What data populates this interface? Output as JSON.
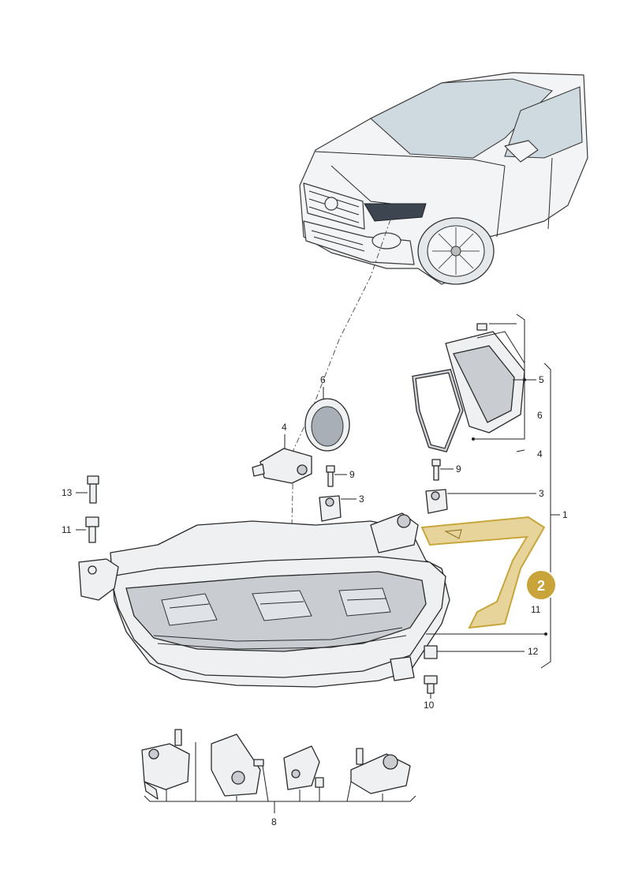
{
  "labels": {
    "l1": "1",
    "l2": "2",
    "l3a": "3",
    "l3b": "3",
    "l4a": "4",
    "l4b": "4",
    "l5": "5",
    "l6a": "6",
    "l6b": "6",
    "l8": "8",
    "l9a": "9",
    "l9b": "9",
    "l10": "10",
    "l11a": "11",
    "l11b": "11",
    "l12": "12",
    "l13": "13"
  },
  "colors": {
    "highlight": "#c8a63c",
    "highlight_fill": "#e6d49a",
    "badge": "#c9a43a",
    "badge_text": "#ffffff"
  }
}
